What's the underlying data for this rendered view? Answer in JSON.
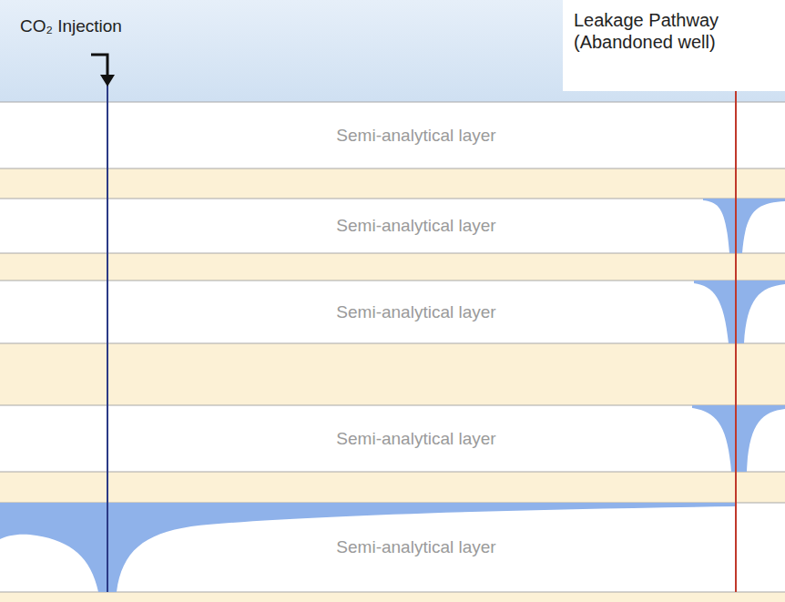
{
  "diagram": {
    "nodes": [
      {
        "text": [
          "Leakage Pathway (Abandoned well)"
        ]
      },
      {
        "text": [
          "Semi-analytical layer"
        ]
      },
      {
        "text": [
          "Semi-analytical layer"
        ]
      },
      {
        "text": [
          "Semi-analytical layer"
        ]
      },
      {
        "text": [
          "Semi-analytical layer"
        ]
      },
      {
        "text": [
          "Semi-analytical layer"
        ]
      }
    ],
    "labels": [
      "CO₂ Injection"
    ]
  }
}
